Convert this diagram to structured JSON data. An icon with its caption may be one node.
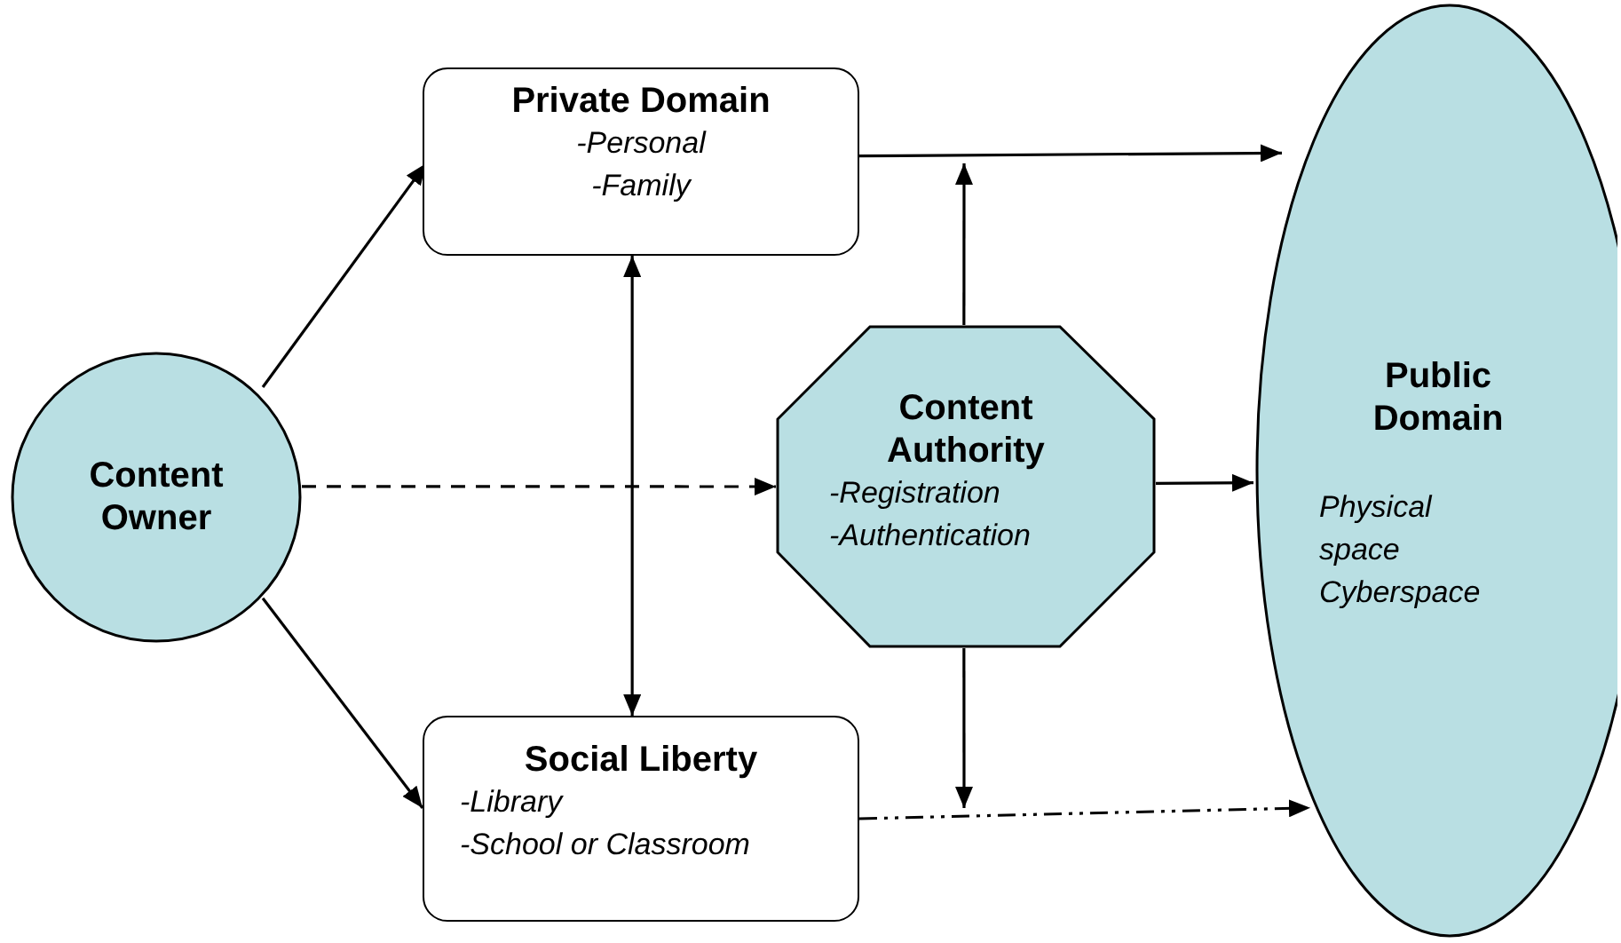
{
  "diagram": {
    "nodes": [
      {
        "text": [
          "Content Owner"
        ]
      },
      {
        "text": [
          "Private Domain",
          "-Personal",
          "-Family"
        ]
      },
      {
        "text": [
          "Social Liberty",
          "-Library",
          "-School or Classroom"
        ]
      },
      {
        "text": [
          "Content Authority",
          "-Registration",
          "-Authentication"
        ]
      },
      {
        "text": [
          "Public Domain",
          "Physical space",
          "Cyberspace"
        ]
      }
    ],
    "edges": [
      {
        "from": 0,
        "to": 1,
        "arrow": "to"
      },
      {
        "from": 0,
        "to": 2,
        "arrow": "to"
      },
      {
        "from": 0,
        "to": 3,
        "arrow": "to",
        "style": "dashed"
      },
      {
        "from": 1,
        "to": 2,
        "arrow": "both"
      },
      {
        "from": 1,
        "to": 4,
        "arrow": "to"
      },
      {
        "from": 2,
        "to": 4,
        "arrow": "to",
        "style": "dashed"
      },
      {
        "from": 3,
        "to": 4,
        "arrow": "to"
      },
      {
        "from": 3,
        "to": null,
        "arrow": "to"
      },
      {
        "from": 3,
        "to": null,
        "arrow": "to"
      }
    ]
  }
}
